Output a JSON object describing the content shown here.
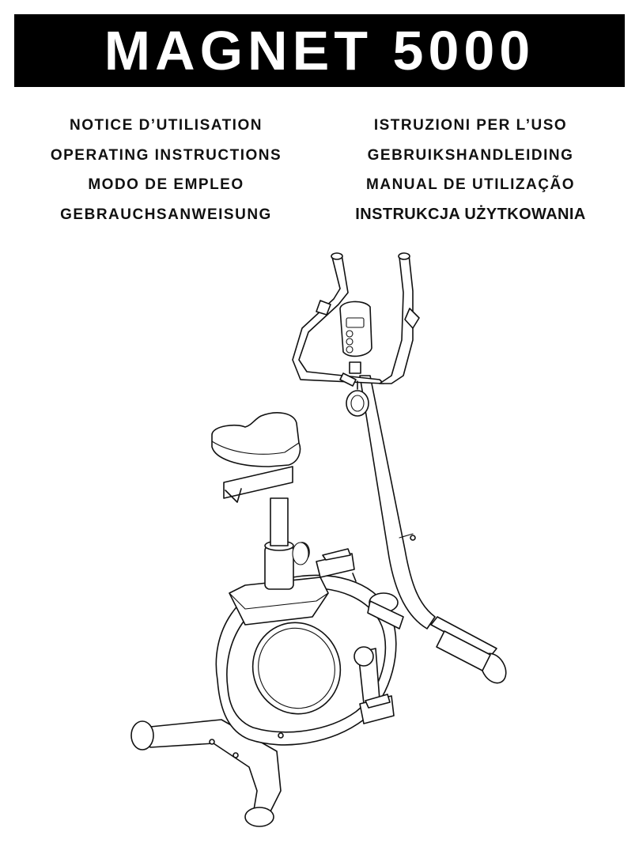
{
  "title": "MAGNET 5000",
  "languages": {
    "left": [
      "NOTICE D’UTILISATION",
      "OPERATING INSTRUCTIONS",
      "MODO DE EMPLEO",
      "GEBRAUCHSANWEISUNG"
    ],
    "right": [
      "ISTRUZIONI PER L’USO",
      "GEBRUIKSHANDLEIDING",
      "MANUAL DE UTILIZAÇÃO",
      "INSTRUKCJA UŻYTKOWANIA"
    ]
  }
}
